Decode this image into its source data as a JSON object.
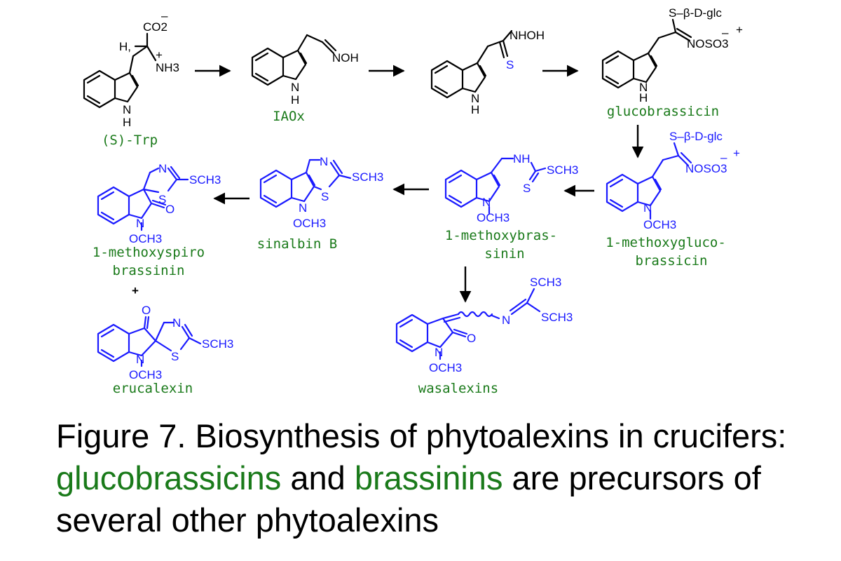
{
  "colors": {
    "black": "#000000",
    "blue": "#1a1aff",
    "green": "#1a7a1a"
  },
  "compounds": {
    "trp": "(S)-Trp",
    "iaox": "IAOx",
    "glucobrassicin": "glucobrassicin",
    "methoxyglucobrassicin_1": "1-methoxygluco-",
    "methoxyglucobrassicin_2": "brassicin",
    "methoxybrassinin_1": "1-methoxybras-",
    "methoxybrassinin_2": "sinin",
    "sinalbin_b": "sinalbin B",
    "spiro_1": "1-methoxyspiro",
    "spiro_2": "brassinin",
    "plus": "+",
    "erucalexin": "erucalexin",
    "wasalexins": "wasalexins"
  },
  "atoms": {
    "co2": "CO2",
    "minus": "–",
    "plus": "+",
    "h": "H,",
    "nh3": "NH3",
    "nh": "NH",
    "h_only": "H",
    "n": "N",
    "noh": "NOH",
    "nhoh": "NHOH",
    "s": "S",
    "sglc": "S–β-D-glc",
    "noso3": "NOSO3",
    "sch3": "SCH3",
    "och3": "OCH3",
    "o": "O",
    "ch3s": "SCH3"
  },
  "caption": {
    "part1": "Figure 7. Biosynthesis of phytoalexins in crucifers: ",
    "green1": "glucobrassicins",
    "part2": " and ",
    "green2": "brassinins",
    "part3": " are precursors of several other phytoalexins"
  }
}
